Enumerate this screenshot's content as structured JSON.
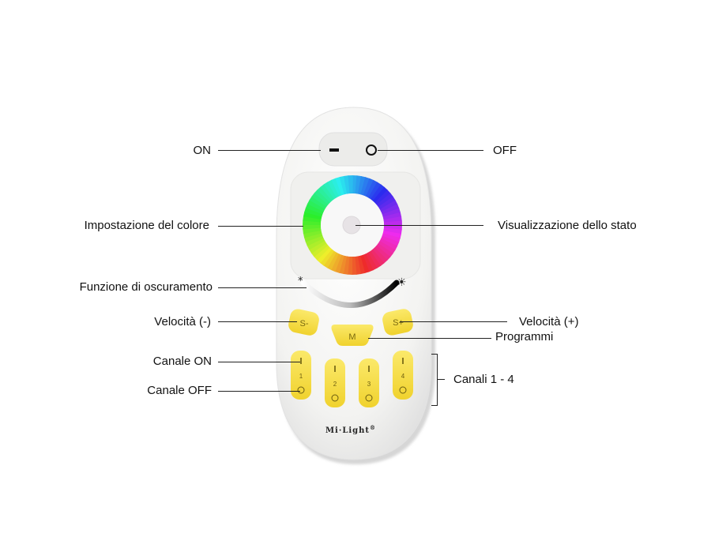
{
  "labels": {
    "on": "ON",
    "off": "OFF",
    "color_setting": "Impostazione del colore",
    "status_display": "Visualizzazione dello stato",
    "dimming": "Funzione di oscuramento",
    "speed_minus": "Velocità (-)",
    "speed_plus": "Velocità (+)",
    "programs": "Programmi",
    "channel_on": "Canale ON",
    "channel_off": "Canale OFF",
    "channels": "Canali 1 - 4"
  },
  "remote": {
    "brand": "Mi·Light",
    "brand_mark": "®",
    "button_s_minus": "S-",
    "button_s_plus": "S+",
    "button_m": "M",
    "channels": [
      "1",
      "2",
      "3",
      "4"
    ],
    "colors": {
      "body": "#f4f4f2",
      "button_yellow": "#f6e04a",
      "button_text": "#555555"
    }
  }
}
